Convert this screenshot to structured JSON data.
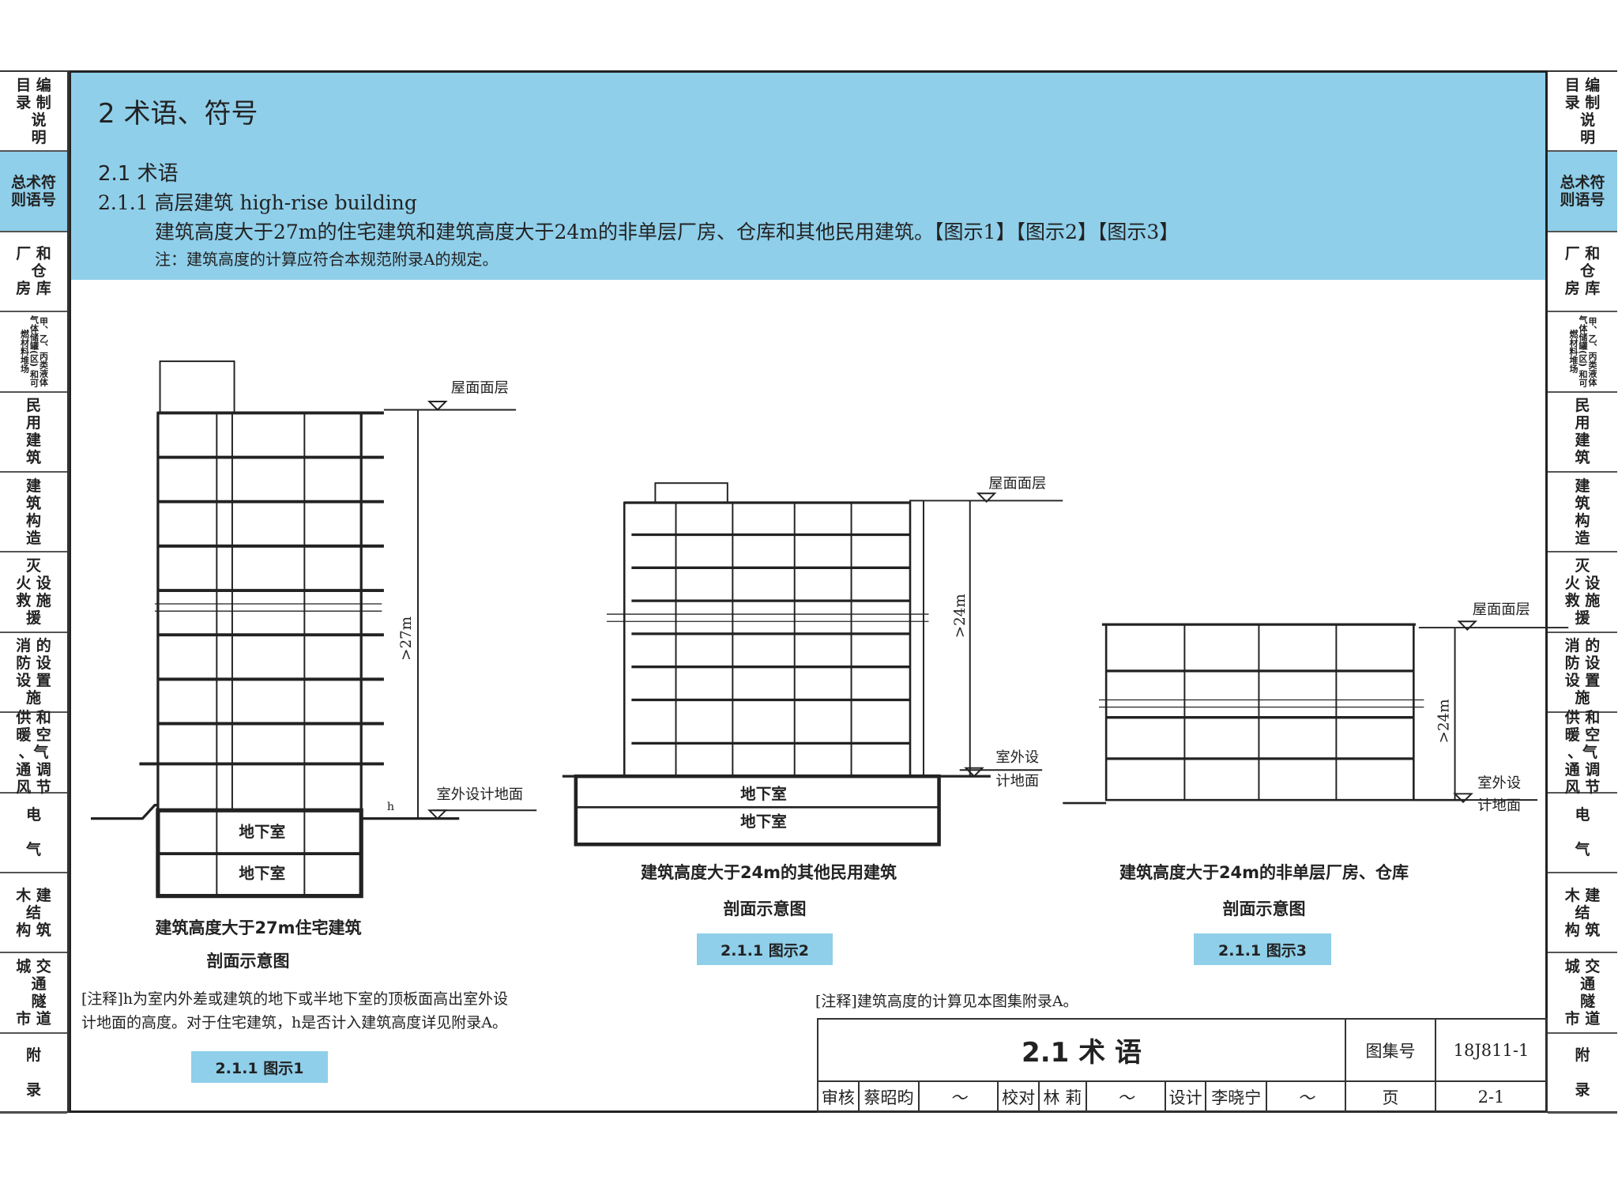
{
  "tabs": [
    {
      "label": "目 编\n录 制\n  说\n  明",
      "active": false
    },
    {
      "label": "总术符\n则语号",
      "active": true
    },
    {
      "label": "厂 和\n  仓\n房 库",
      "active": false
    },
    {
      "label": "甲、乙、丙类液体 气体储罐(区) 和可燃材料堆场",
      "active": false,
      "small": true
    },
    {
      "label": "民\n用\n建\n筑",
      "active": false
    },
    {
      "label": "建\n筑\n构\n造",
      "active": false
    },
    {
      "label": "灭\n火 设\n救 施\n援",
      "active": false
    },
    {
      "label": "消 的\n防 设\n设 置\n施",
      "active": false
    },
    {
      "label": "供 和\n暖 空\n、气\n通 调\n风 节",
      "active": false
    },
    {
      "label": "电\n\n气",
      "active": false
    },
    {
      "label": "木 建\n结\n构 筑",
      "active": false
    },
    {
      "label": "城 交\n  通\n  隧\n市 道",
      "active": false
    },
    {
      "label": "附\n\n录",
      "active": false
    }
  ],
  "header": {
    "chapter": "2  术语、符号",
    "section": "2.1  术语",
    "term": "2.1.1  高层建筑 high-rise building",
    "definition": "建筑高度大于27m的住宅建筑和建筑高度大于24m的非单层厂房、仓库和其他民用建筑。【图示1】【图示2】【图示3】",
    "note": "注：建筑高度的计算应符合本规范附录A的规定。"
  },
  "figures": {
    "fig1": {
      "roof": "屋面面层",
      "ground": "室外设计地面",
      "height": ">27m",
      "h": "h",
      "basement1": "地下室",
      "basement2": "地下室",
      "caption1": "建筑高度大于27m住宅建筑",
      "caption2": "剖面示意图",
      "badge": "2.1.1  图示1"
    },
    "fig2": {
      "roof": "屋面面层",
      "ground1": "室外设",
      "ground2": "计地面",
      "height": ">24m",
      "basement1": "地下室",
      "basement2": "地下室",
      "caption1": "建筑高度大于24m的其他民用建筑",
      "caption2": "剖面示意图",
      "badge": "2.1.1  图示2"
    },
    "fig3": {
      "roof": "屋面面层",
      "ground1": "室外设",
      "ground2": "计地面",
      "height": ">24m",
      "caption1": "建筑高度大于24m的非单层厂房、仓库",
      "caption2": "剖面示意图",
      "badge": "2.1.1  图示3"
    }
  },
  "notes": {
    "left1": "[注释]h为室内外差或建筑的地下或半地下室的顶板面高出室外设",
    "left2": "计地面的高度。对于住宅建筑，h是否计入建筑高度详见附录A。",
    "right": "[注释]建筑高度的计算见本图集附录A。"
  },
  "titleblock": {
    "title": "2.1 术 语",
    "atlas_label": "图集号",
    "atlas_no": "18J811-1",
    "review_label": "审核",
    "reviewer": "蔡昭昀",
    "check_label": "校对",
    "checker": "林 莉",
    "design_label": "设计",
    "designer": "李晓宁",
    "page_label": "页",
    "page": "2-1"
  }
}
